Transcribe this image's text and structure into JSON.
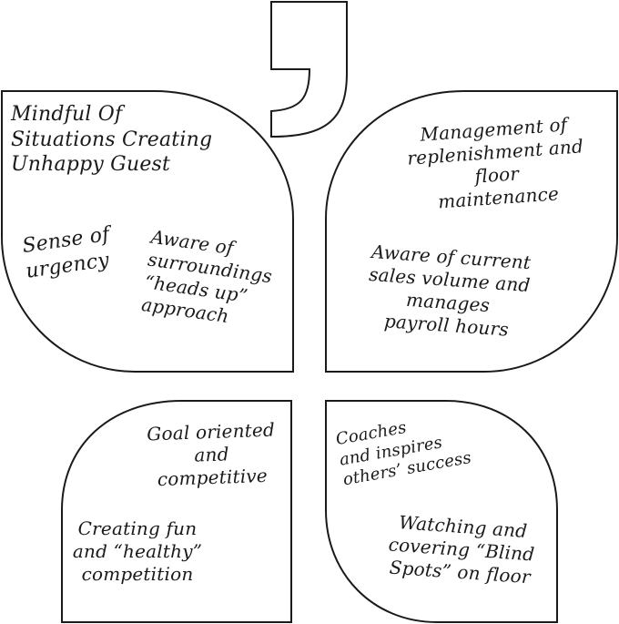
{
  "colors": {
    "stroke": "#1a1a1a",
    "fill": "#ffffff"
  },
  "leaves": {
    "top_left": {
      "notes": [
        "Mindful Of\nSituations Creating\nUnhappy Guest",
        "Sense of\nurgency",
        "Aware of\nsurroundings\n“heads up”\napproach"
      ]
    },
    "top_right": {
      "notes": [
        "Management of\nreplenishment and floor\nmaintenance",
        "Aware of current\nsales volume and manages\npayroll hours"
      ]
    },
    "bottom_left": {
      "notes": [
        "Goal oriented\nand competitive",
        "Creating fun\nand “healthy”\ncompetition"
      ]
    },
    "bottom_right": {
      "notes": [
        "Coaches\nand inspires\nothers’ success",
        "Watching and\ncovering “Blind\nSpots” on floor"
      ]
    }
  }
}
